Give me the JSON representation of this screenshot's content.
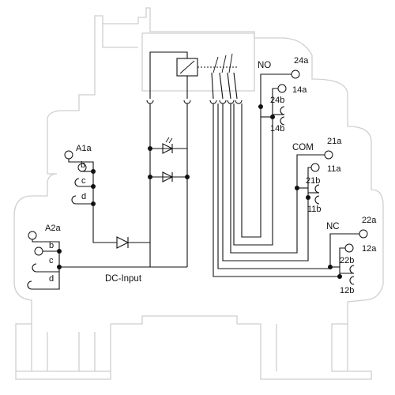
{
  "terminals": {
    "a1a": "A1a",
    "a1b": "b",
    "a1c": "c",
    "a1d": "d",
    "a2a": "A2a",
    "a2b": "b",
    "a2c": "c",
    "a2d": "d",
    "no": "NO",
    "t24a": "24a",
    "t14a": "14a",
    "t24b": "24b",
    "t14b": "14b",
    "com": "COM",
    "t21a": "21a",
    "t11a": "11a",
    "t21b": "21b",
    "t11b": "11b",
    "nc": "NC",
    "t22a": "22a",
    "t12a": "12a",
    "t22b": "22b",
    "t12b": "12b"
  },
  "input_label": "DC-Input",
  "colors": {
    "line": "#111111",
    "housing": "#cfcfcf",
    "background": "#ffffff"
  }
}
